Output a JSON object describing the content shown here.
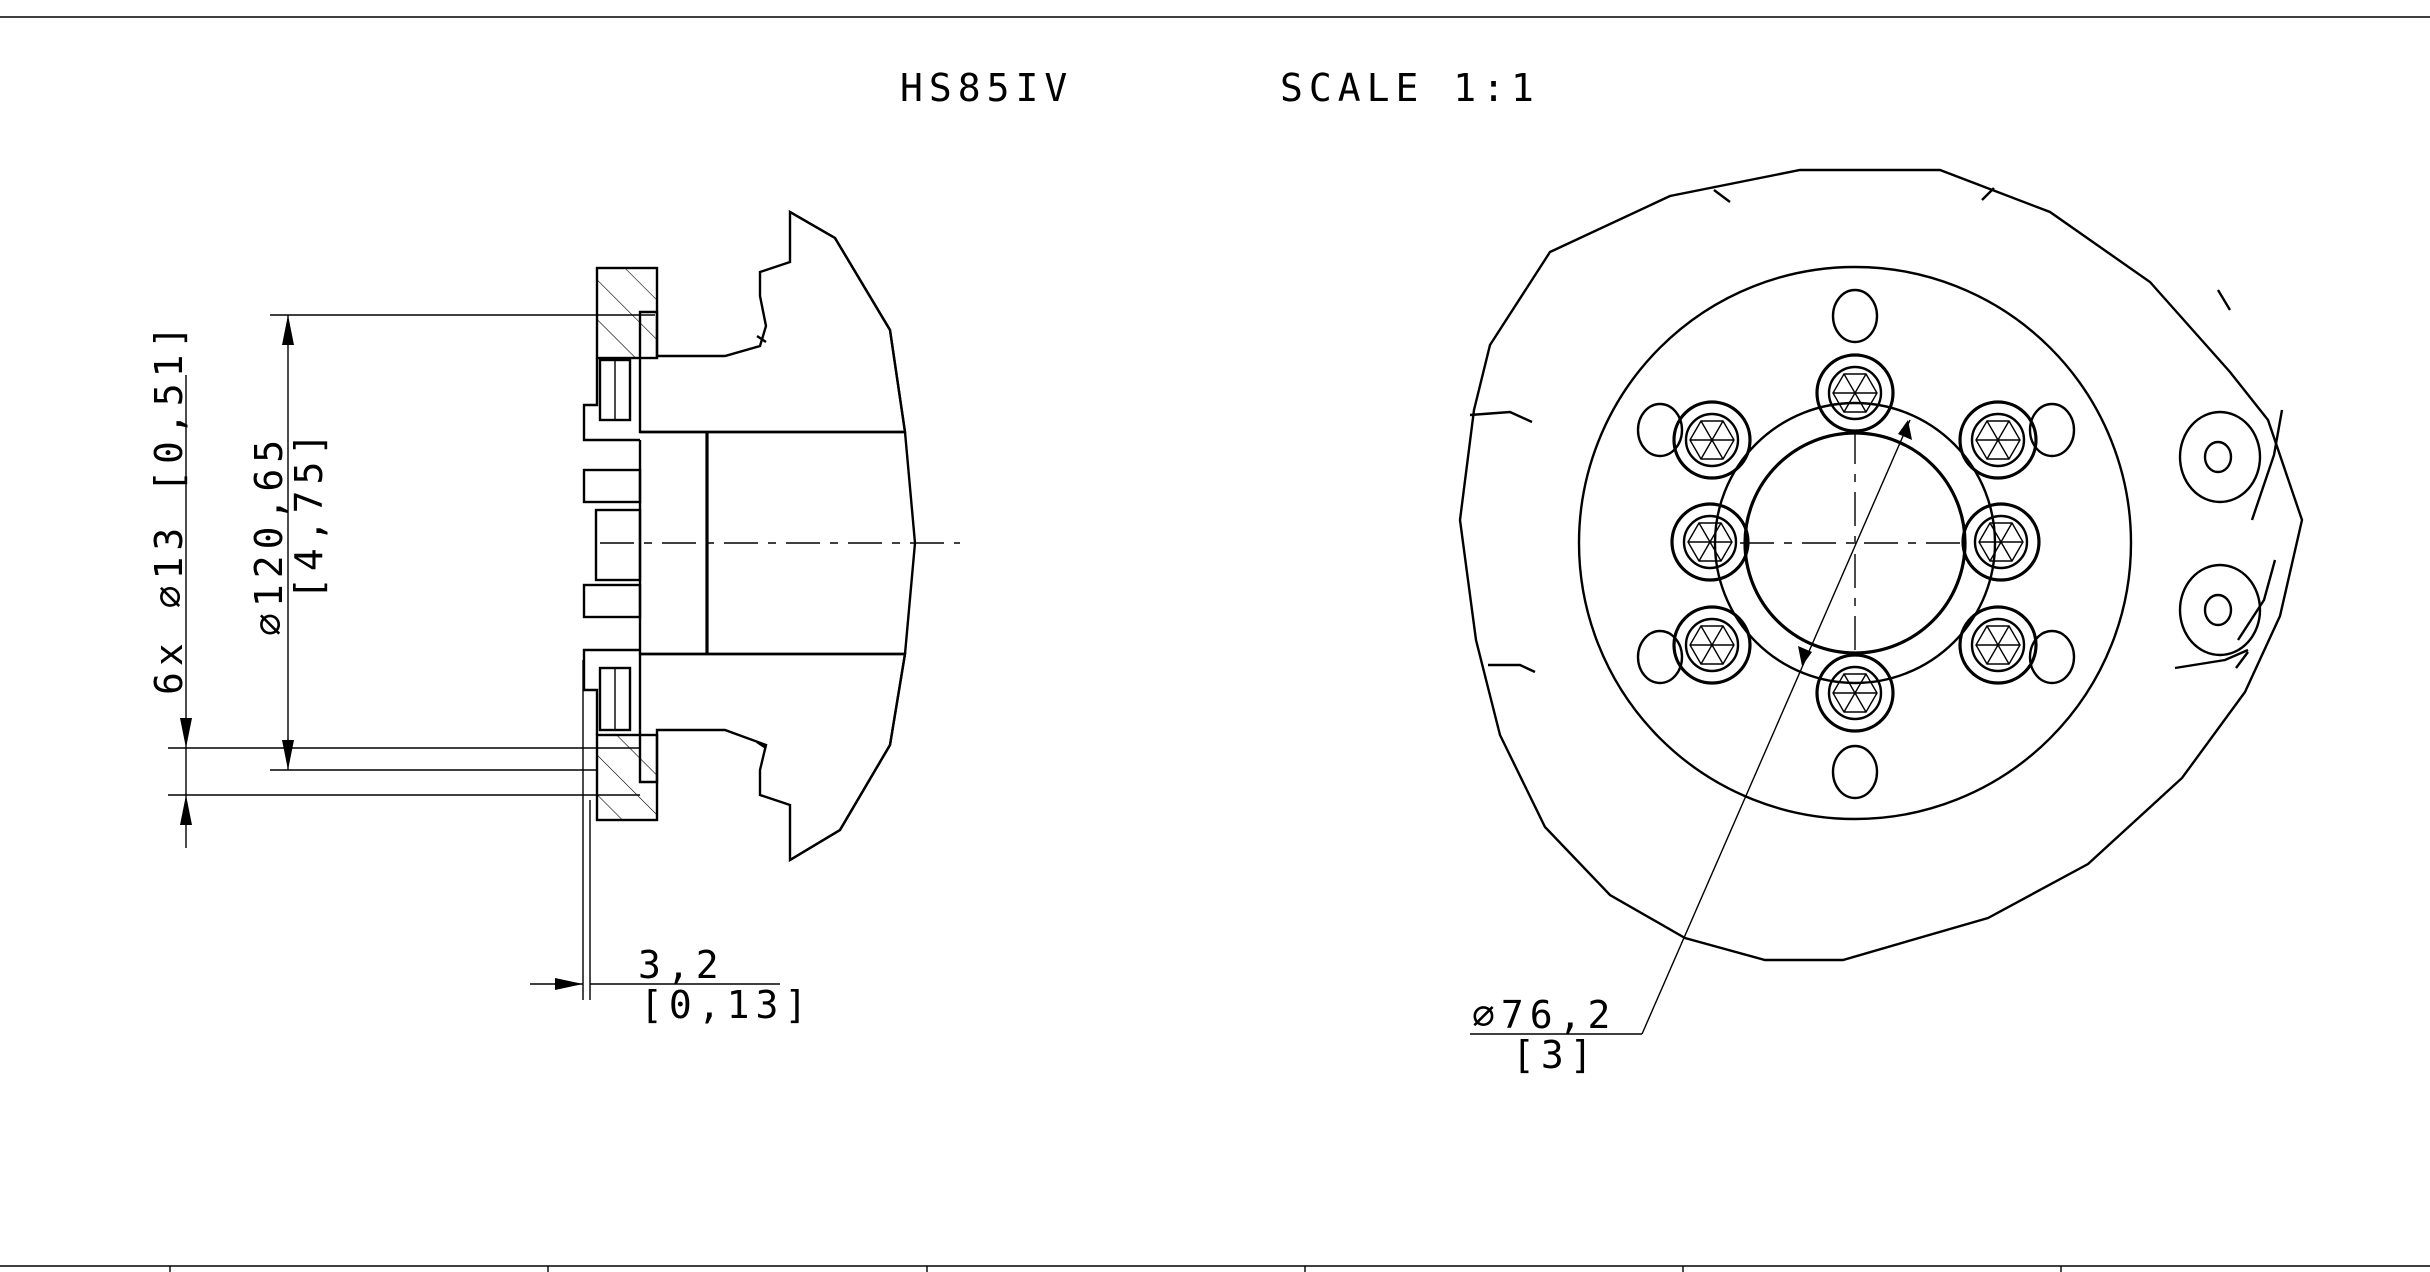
{
  "title": {
    "model": "HS85IV",
    "scale": "SCALE 1:1"
  },
  "side_view": {
    "dim_hole": "6x ⌀13 [0,51]",
    "dim_outer_mm": "⌀120,65",
    "dim_outer_in": "[4,75]",
    "dim_offset_mm": "3,2",
    "dim_offset_in": "[0,13]"
  },
  "front_view": {
    "dim_bolt_circle_mm": "⌀76,2",
    "dim_bolt_circle_in": "[3]"
  }
}
